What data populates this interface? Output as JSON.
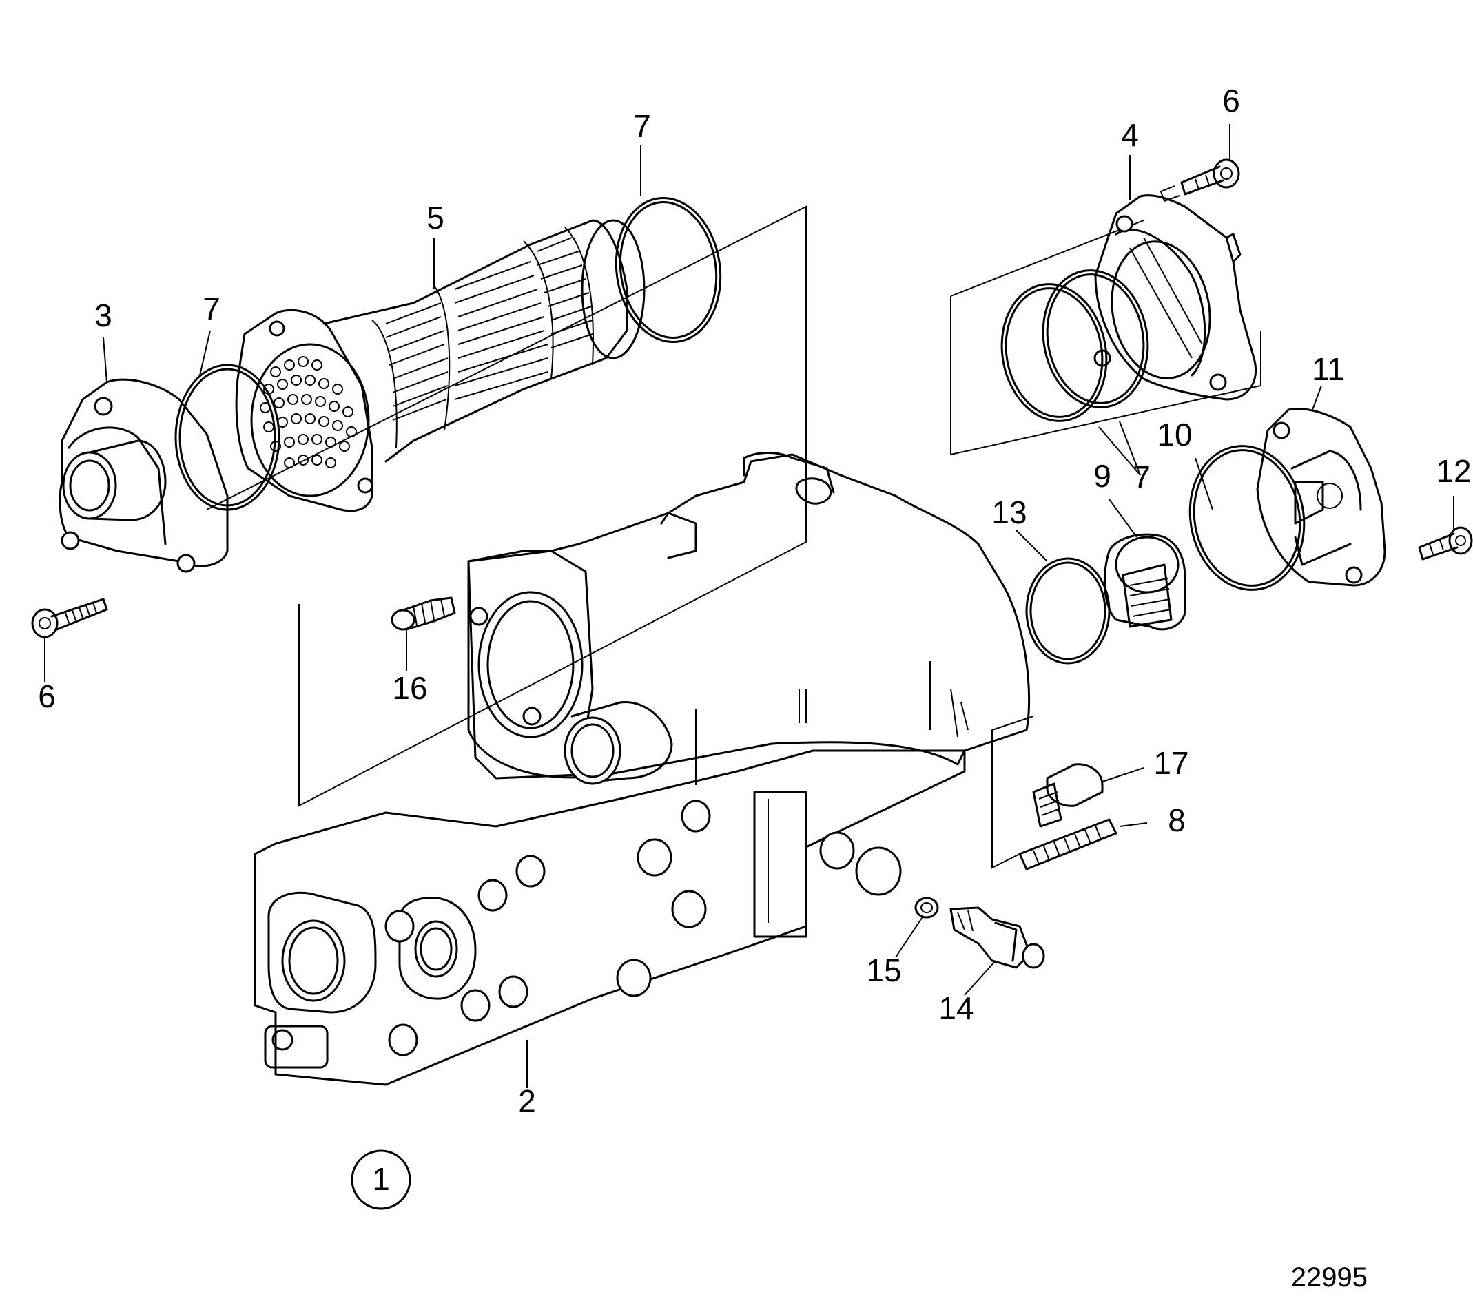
{
  "labels": {
    "p1": "1",
    "p2": "2",
    "p3": "3",
    "p4": "4",
    "p5": "5",
    "p6a": "6",
    "p6b": "6",
    "p7a": "7",
    "p7b": "7",
    "p7c": "7",
    "p8": "8",
    "p9": "9",
    "p10": "10",
    "p11": "11",
    "p12": "12",
    "p13": "13",
    "p14": "14",
    "p15": "15",
    "p16": "16",
    "p17": "17"
  },
  "drawing_number": "22995"
}
